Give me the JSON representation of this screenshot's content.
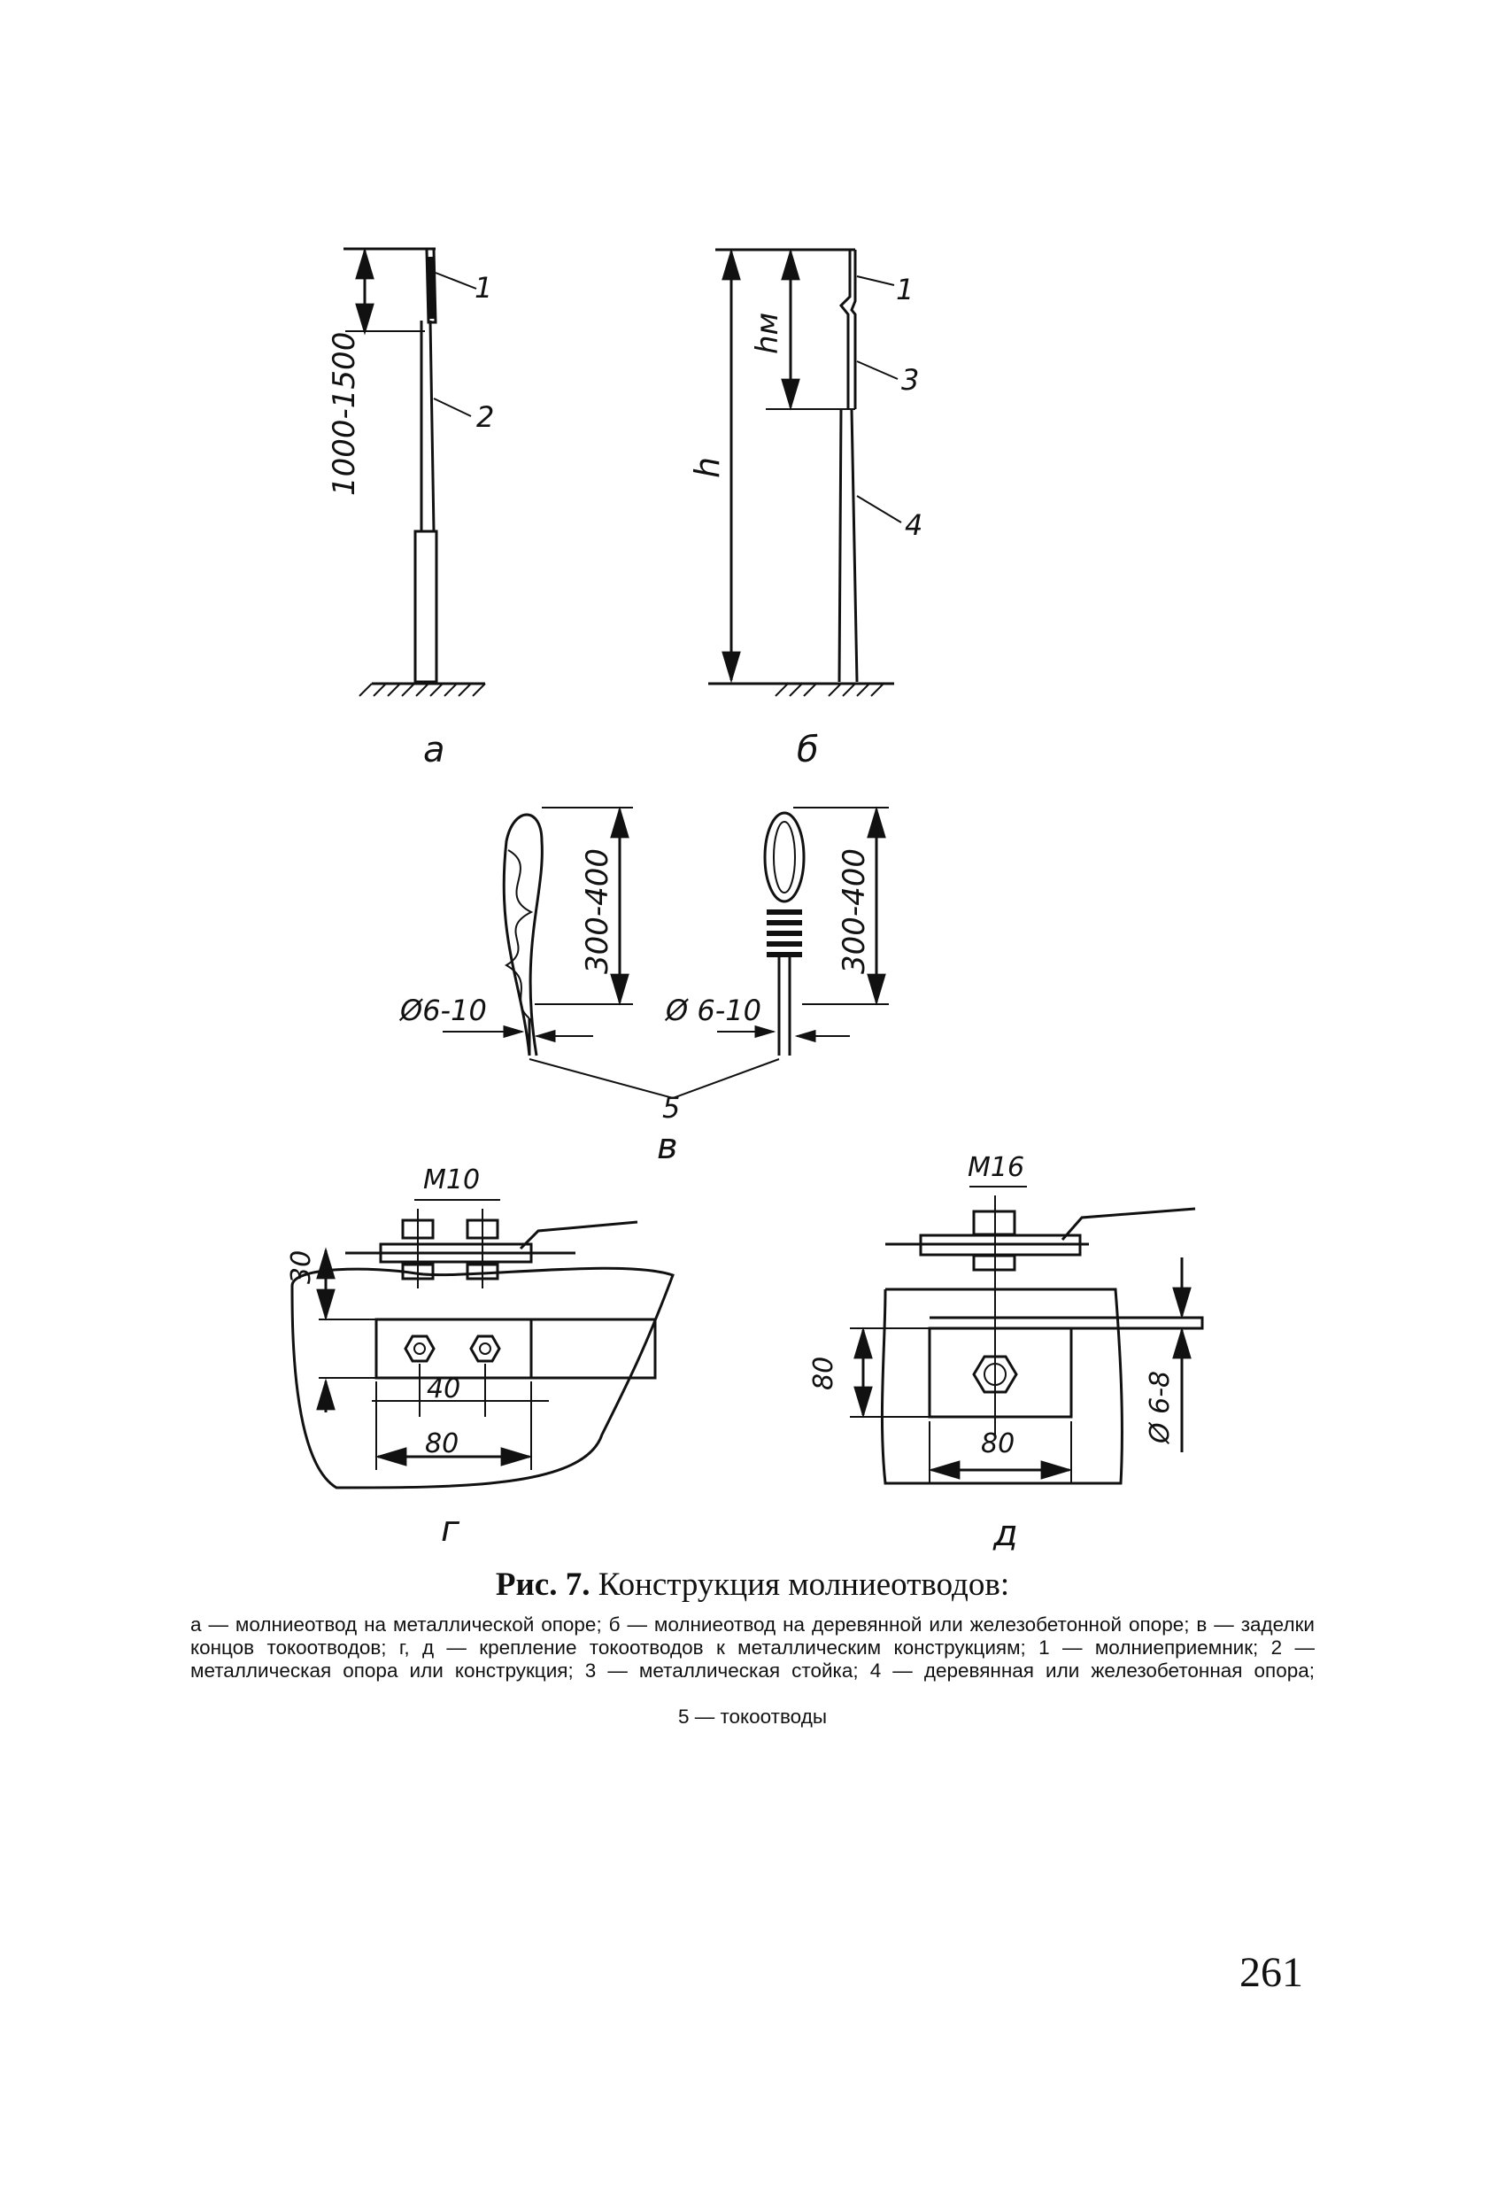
{
  "figure": {
    "a": {
      "label": "а",
      "dim_label": "1000-1500",
      "callouts": [
        "1",
        "2"
      ]
    },
    "b": {
      "label": "б",
      "dim_h": "h",
      "dim_hm": "hм",
      "callouts": [
        "1",
        "3",
        "4"
      ]
    },
    "v": {
      "label": "в",
      "dim_left": "300-400",
      "dim_right": "300-400",
      "dia_left": "Ø6-10",
      "dia_right": "Ø 6-10",
      "callout": "5"
    },
    "g": {
      "label": "г",
      "bolt": "M10",
      "dim_30": "30",
      "dim_40": "40",
      "dim_80": "80"
    },
    "d": {
      "label": "д",
      "bolt": "M16",
      "dim_80_v": "80",
      "dim_80_h": "80",
      "dia": "Ø 6-8"
    }
  },
  "caption": {
    "prefix": "Рис. 7.",
    "title": "Конструкция молниеотводов:",
    "body": "а — молниеотвод на металлической опоре; б — молниеотвод на деревянной или железобетонной опоре; в — заделки концов токоотводов; г, д — крепление токоотводов к металлическим конструкциям; 1 — молниеприемник; 2 — металлическая опора или конструкция; 3 — металлическая стойка; 4 — деревянная или железобетонная опора;",
    "last": "5 — токоотводы"
  },
  "page_number": "261"
}
